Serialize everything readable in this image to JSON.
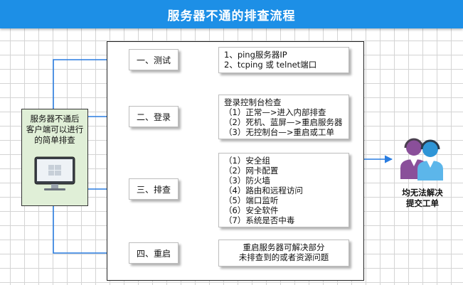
{
  "title": "服务器不通的排查流程",
  "left_card": {
    "lines": [
      "服务器不通后",
      "客户端可以进行",
      "的简单排查"
    ],
    "icon": "computer-monitor-icon"
  },
  "steps": [
    {
      "label": "一、测试",
      "detail": [
        "1、ping服务器IP",
        "2、tcping 或 telnet端口"
      ]
    },
    {
      "label": "二、登录",
      "detail": [
        "登录控制台检查",
        "（1）正常—>进入内部排查",
        "（2）死机、蓝屏—>重启服务器",
        "（3）无控制台—>重启或工单"
      ]
    },
    {
      "label": "三、排查",
      "detail": [
        "（1）安全组",
        "（2）网卡配置",
        "（3）防火墙",
        "（4）路由和远程访问",
        "（5）端口监听",
        "（6）安全软件",
        "（7）系统是否中毒"
      ]
    },
    {
      "label": "四、重启",
      "detail": [
        "重启服务器可解决部分",
        "未排查到的或者资源问题"
      ]
    }
  ],
  "result": {
    "lines": [
      "均无法解决",
      "提交工单"
    ],
    "icon": "users-support-icon"
  },
  "colors": {
    "header": "#1d8fe6",
    "arrow": "#2a7de1",
    "left_card_bg": "#e0efd7",
    "user_purple": "#8a4f9a",
    "user_blue": "#2f95d6"
  }
}
